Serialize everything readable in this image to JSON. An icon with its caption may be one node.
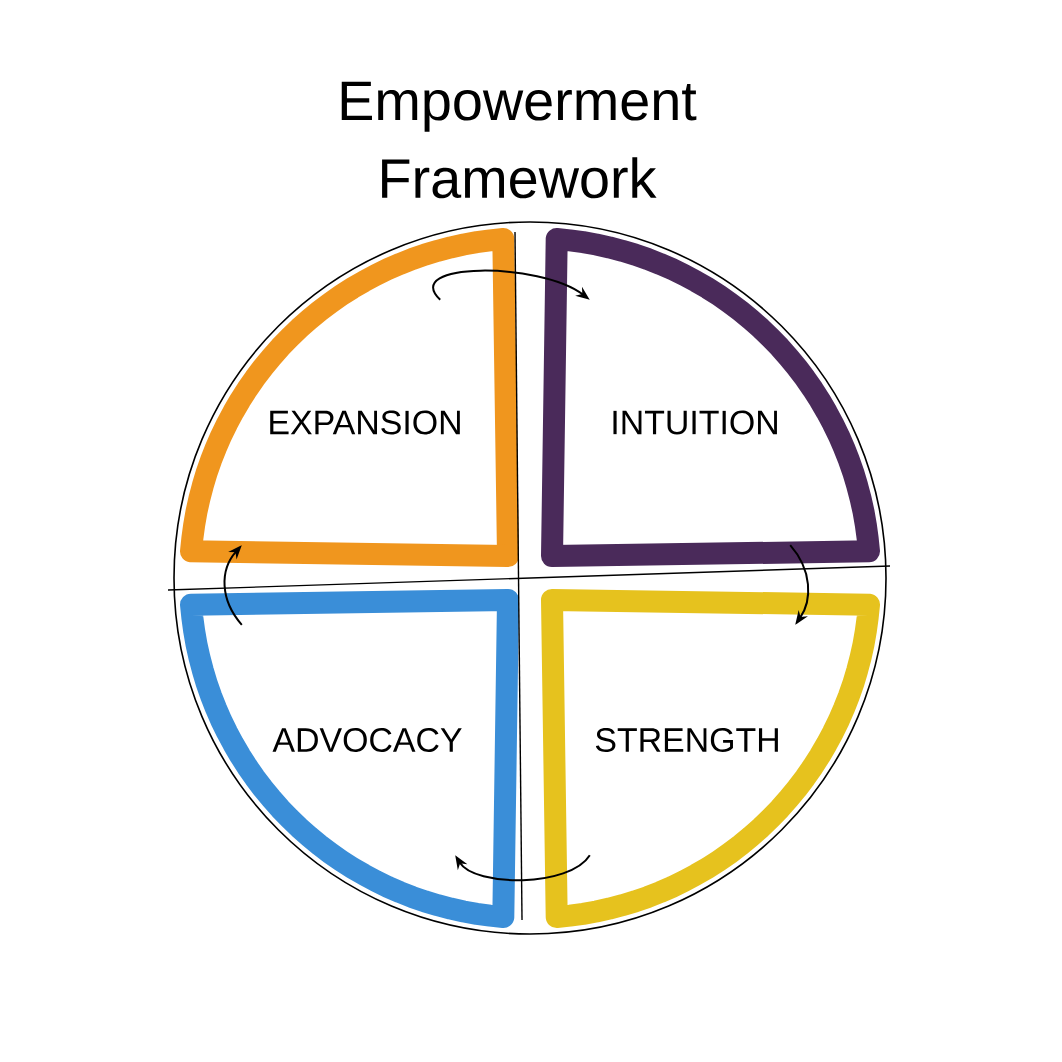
{
  "diagram": {
    "title": "Empowerment Framework",
    "nodes": [
      {
        "text": [
          "EXPANSION"
        ]
      },
      {
        "text": [
          "INTUITION"
        ]
      },
      {
        "text": [
          "ADVOCACY"
        ]
      },
      {
        "text": [
          "STRENGTH"
        ]
      }
    ],
    "edges": [
      {
        "from": 0,
        "to": 1,
        "arrow": "to"
      },
      {
        "from": 1,
        "to": 3,
        "arrow": "to"
      },
      {
        "from": 3,
        "to": 2,
        "arrow": "to"
      },
      {
        "from": 2,
        "to": 0,
        "arrow": "to"
      }
    ]
  }
}
